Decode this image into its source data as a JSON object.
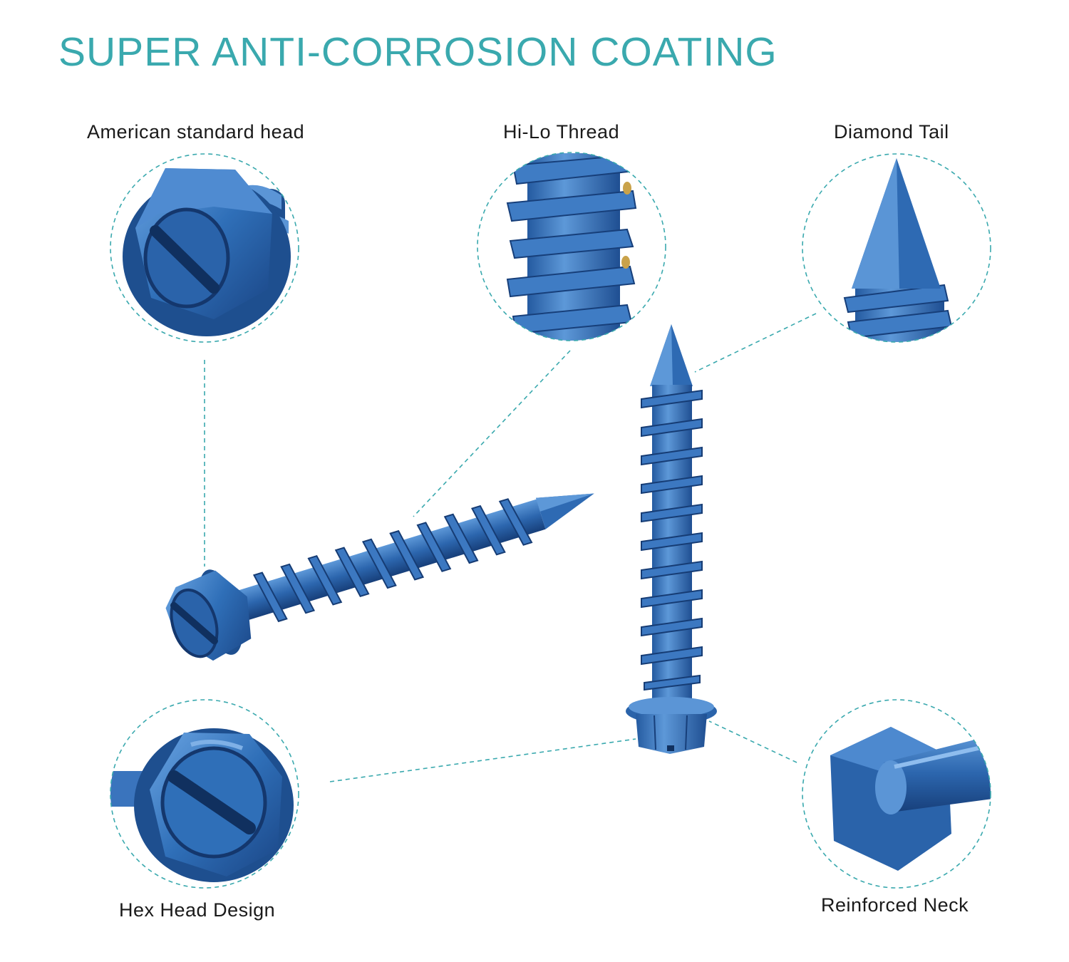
{
  "title": "SUPER ANTI-CORROSION COATING",
  "callouts": {
    "head": "American standard head",
    "thread": "Hi-Lo Thread",
    "tail": "Diamond Tail",
    "hex": "Hex Head Design",
    "neck": "Reinforced Neck"
  },
  "colors": {
    "accent": "#3aa9ae",
    "screw_blue": "#2f6fb8",
    "screw_dark": "#1e4f8f",
    "screw_light": "#5b95d6"
  }
}
